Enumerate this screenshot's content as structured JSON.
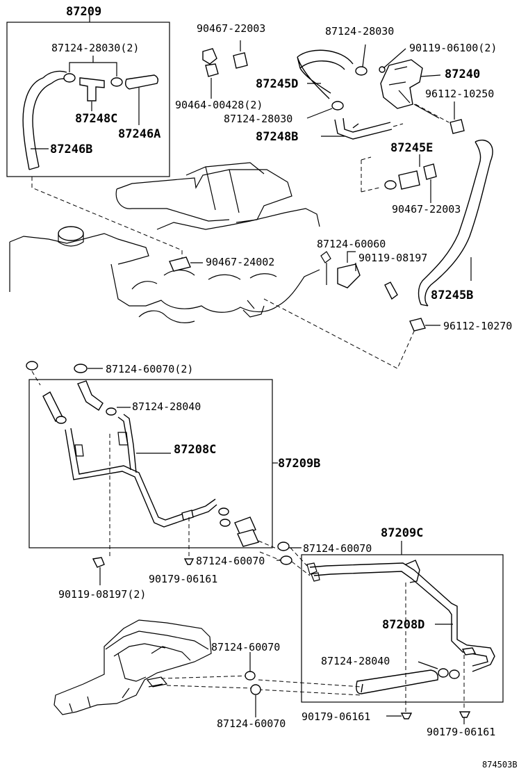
{
  "diagram_id": "874503B",
  "groups": {
    "g87209": {
      "part": "87209"
    },
    "g87209b": {
      "part": "87209B"
    },
    "g87209c": {
      "part": "87209C"
    }
  },
  "labels": {
    "p87124_28030_2": "87124-28030(2)",
    "p87248c": "87248C",
    "p87246a": "87246A",
    "p87246b": "87246B",
    "p90467_22003_top": "90467-22003",
    "p90464_00428": "90464-00428(2)",
    "p87124_28030_top": "87124-28030",
    "p90119_06100": "90119-06100(2)",
    "p87240": "87240",
    "p87245d": "87245D",
    "p96112_10250": "96112-10250",
    "p87124_28030_mid": "87124-28030",
    "p87248b": "87248B",
    "p87245e": "87245E",
    "p90467_22003_mid": "90467-22003",
    "p87124_60060": "87124-60060",
    "p90119_08197": "90119-08197",
    "p90467_24002": "90467-24002",
    "p87245b": "87245B",
    "p96112_10270": "96112-10270",
    "p87124_60070_2": "87124-60070(2)",
    "p87124_28040_left": "87124-28040",
    "p87208c": "87208C",
    "p87124_60070_a": "87124-60070",
    "p87124_60070_b": "87124-60070",
    "p90179_06161_left": "90179-06161",
    "p90119_08197_2": "90119-08197(2)",
    "p87208d": "87208D",
    "p87124_60070_c": "87124-60070",
    "p87124_28040_right": "87124-28040",
    "p87124_60070_d": "87124-60070",
    "p90179_06161_mid": "90179-06161",
    "p90179_06161_right": "90179-06161"
  }
}
